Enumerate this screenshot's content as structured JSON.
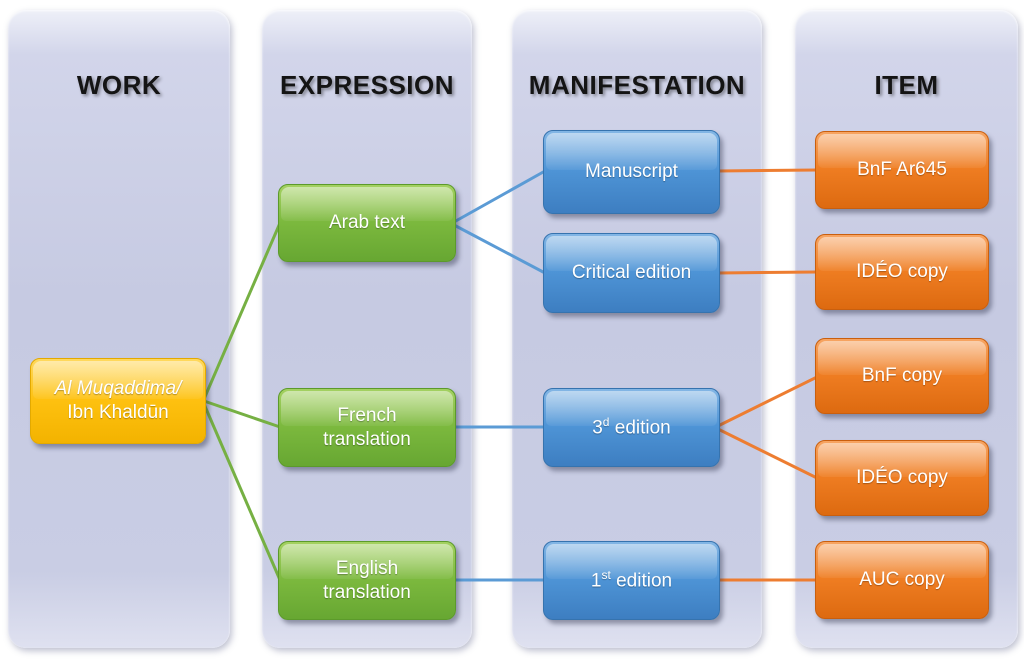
{
  "diagram": {
    "columns": [
      {
        "header": "WORK"
      },
      {
        "header": "EXPRESSION"
      },
      {
        "header": "MANIFESTATION"
      },
      {
        "header": "ITEM"
      }
    ],
    "work": {
      "line1": "Al Muqaddima/",
      "line2": "Ibn Khaldūn"
    },
    "expressions": [
      {
        "label": "Arab text"
      },
      {
        "label": "French\ntranslation"
      },
      {
        "label": "English\ntranslation"
      }
    ],
    "manifestations": [
      {
        "label": "Manuscript"
      },
      {
        "label": "Critical edition"
      },
      {
        "pre": "3",
        "sup": "d",
        "post": " edition"
      },
      {
        "pre": "1",
        "sup": "st",
        "post": " edition"
      }
    ],
    "items": [
      {
        "label": "BnF Ar645"
      },
      {
        "label": "IDÉO copy"
      },
      {
        "label": "BnF copy"
      },
      {
        "label": "IDÉO copy"
      },
      {
        "label": "AUC copy"
      }
    ],
    "colors": {
      "work_fill": "#FEC110",
      "expression_fill": "#7CB93E",
      "manifestation_fill": "#4E94D6",
      "item_fill": "#EF7D22",
      "panel_fill": "#C6CAE2",
      "connector_green": "#76B043",
      "connector_blue": "#5B9BD5",
      "connector_orange": "#ED7D31"
    }
  }
}
